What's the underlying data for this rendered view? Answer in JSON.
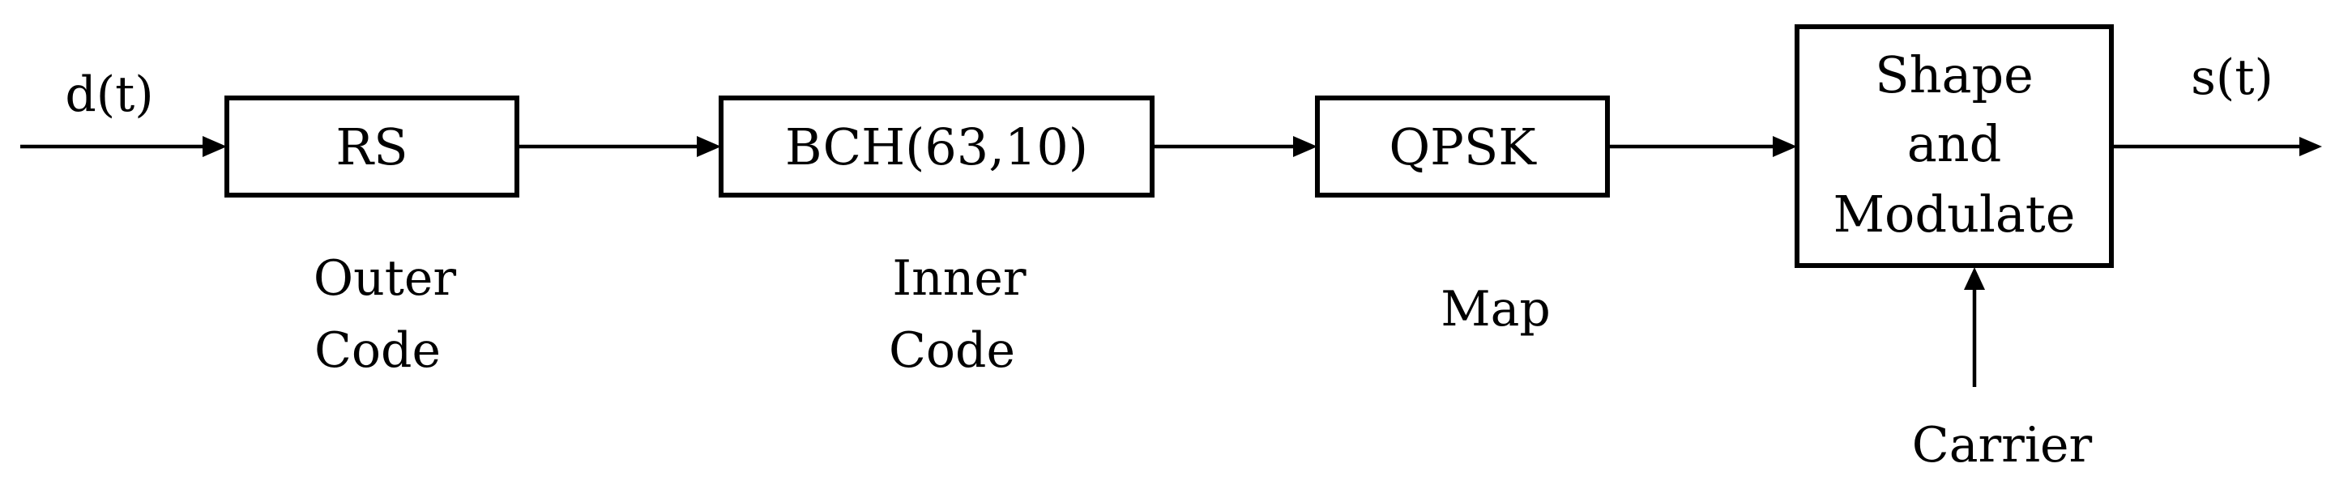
{
  "signals": {
    "input": "d(t)",
    "output": "s(t)",
    "carrier": "Carrier"
  },
  "blocks": {
    "rs": "RS",
    "bch": "BCH(63,10)",
    "qpsk": "QPSK",
    "modulator": {
      "line1": "Shape",
      "line2": "and",
      "line3": "Modulate"
    }
  },
  "captions": {
    "outer": {
      "line1": "Outer",
      "line2": "Code"
    },
    "inner": {
      "line1": "Inner",
      "line2": "Code"
    },
    "map": "Map"
  },
  "colors": {
    "stroke": "#000000",
    "background": "#ffffff"
  }
}
